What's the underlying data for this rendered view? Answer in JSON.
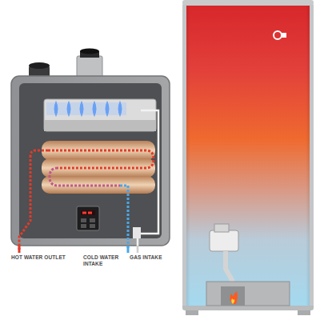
{
  "diagram": {
    "labels": [
      "HOT WATER OUTLET",
      "COLD WATER INTAKE",
      "GAS INTAKE"
    ]
  }
}
